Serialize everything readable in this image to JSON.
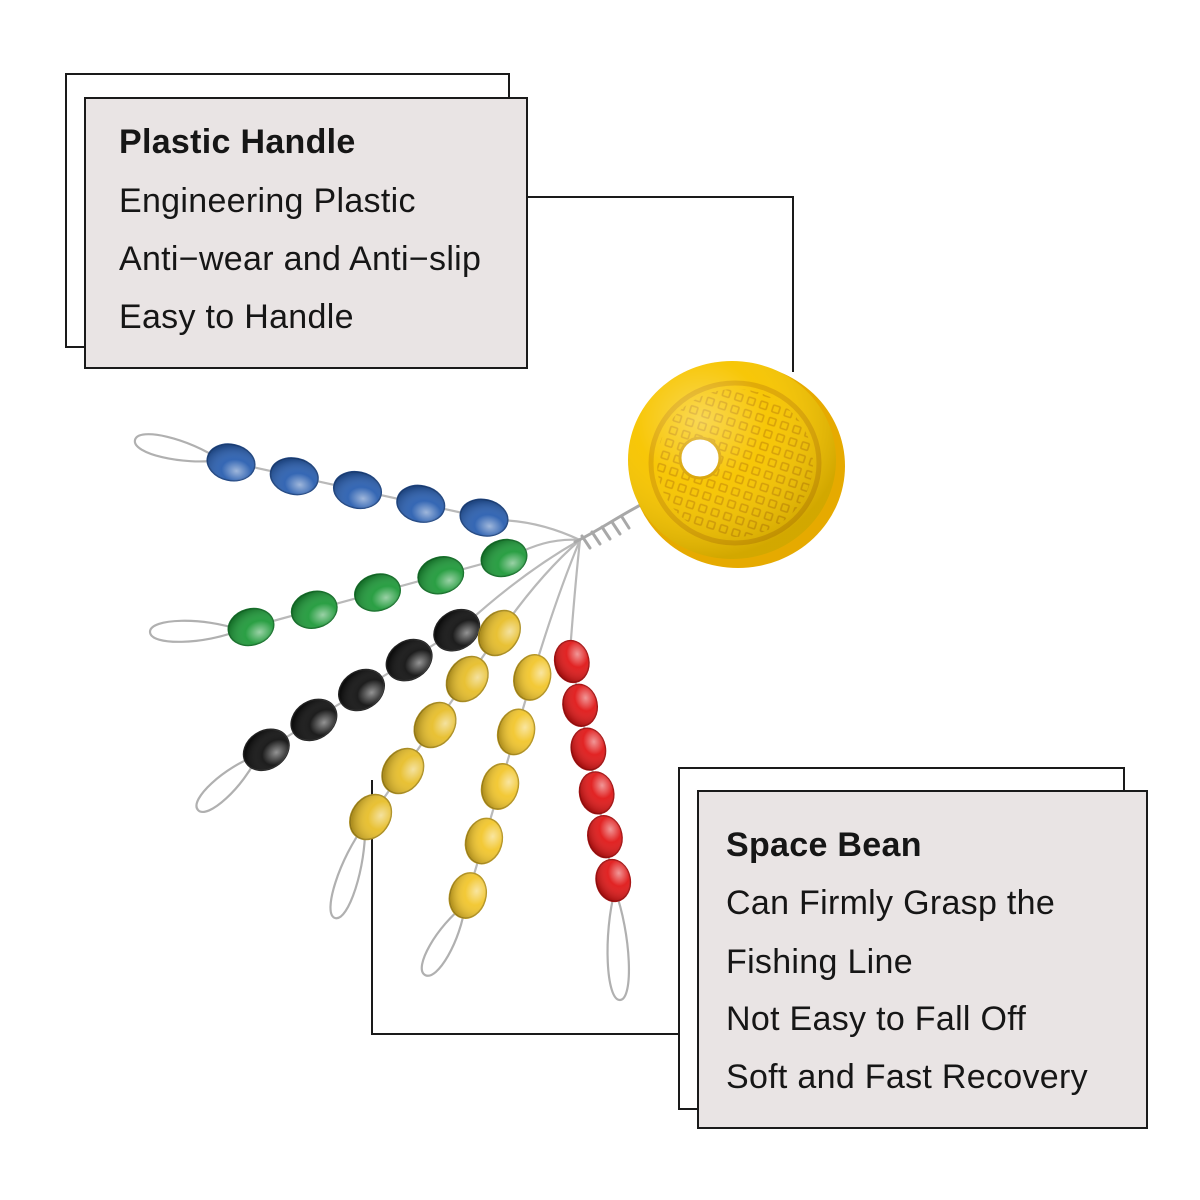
{
  "callouts": {
    "plastic_handle": {
      "title": "Plastic Handle",
      "lines": [
        "Engineering Plastic",
        "Anti−wear and Anti−slip",
        "Easy to Handle"
      ]
    },
    "space_bean": {
      "title": "Space Bean",
      "lines": [
        "Can Firmly Grasp the",
        "Fishing Line",
        "Not Easy to Fall Off",
        "Soft and Fast Recovery"
      ]
    }
  },
  "product": {
    "handle_icon": "round-plastic-disc-handle",
    "bead_icon": "oval-rubber-bead",
    "handle_color": "#f7c500",
    "strand_colors": [
      "#2a5fb0",
      "#1f9a3a",
      "#111111",
      "#e7be2a",
      "#f2c62c",
      "#e01818"
    ],
    "strands": [
      {
        "color": "blue",
        "beads": 5
      },
      {
        "color": "green",
        "beads": 5
      },
      {
        "color": "black",
        "beads": 5
      },
      {
        "color": "yellow",
        "beads": 5
      },
      {
        "color": "yellow",
        "beads": 5
      },
      {
        "color": "red",
        "beads": 6
      }
    ]
  },
  "colors": {
    "callout_fill": "#e9e4e4",
    "callout_border": "#1a1a1a",
    "text": "#161616"
  }
}
